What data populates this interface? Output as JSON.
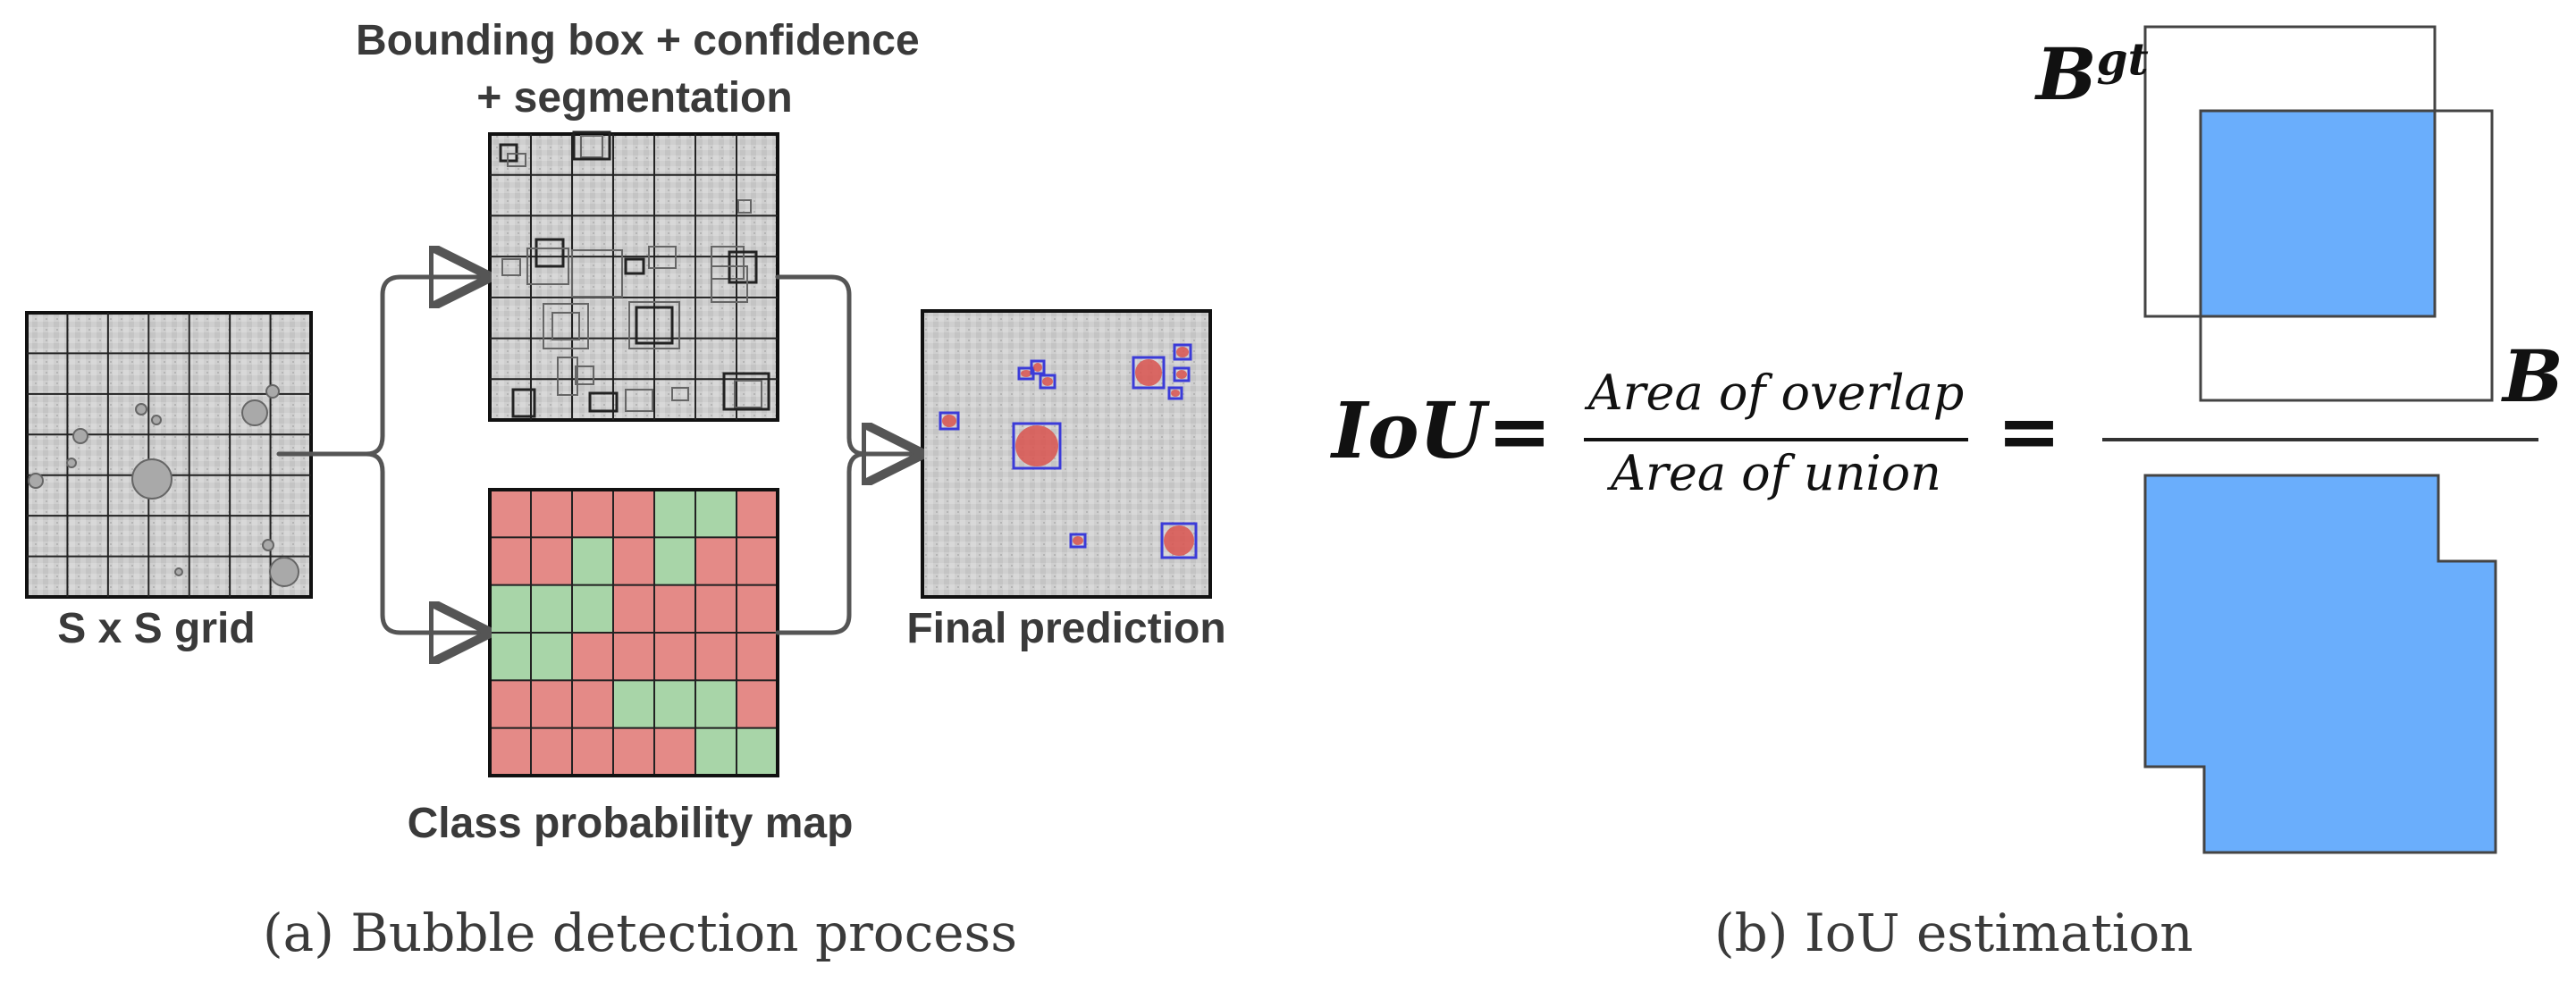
{
  "panel_a": {
    "top_label_line1": "Bounding box + confidence",
    "top_label_line2": "+ segmentation",
    "grid_label": "S x S grid",
    "class_map_label": "Class probability map",
    "final_label": "Final prediction",
    "caption": "(a) Bubble detection process",
    "class_map_pattern": [
      [
        "r",
        "r",
        "r",
        "r",
        "g",
        "g",
        "r"
      ],
      [
        "r",
        "r",
        "g",
        "r",
        "g",
        "r",
        "r"
      ],
      [
        "g",
        "g",
        "g",
        "r",
        "r",
        "r",
        "r"
      ],
      [
        "g",
        "g",
        "r",
        "r",
        "r",
        "r",
        "r"
      ],
      [
        "r",
        "r",
        "r",
        "g",
        "g",
        "g",
        "r"
      ],
      [
        "r",
        "r",
        "r",
        "r",
        "r",
        "g",
        "g"
      ]
    ],
    "colors": {
      "red": "#e48a87",
      "green": "#a8d5a8",
      "arrow": "#555555",
      "box_outline": "#3b3bd8",
      "bubble": "#d9534f"
    }
  },
  "panel_b": {
    "iou_symbol": "IoU",
    "equals": "=",
    "numerator": "Area of overlap",
    "denominator": "Area of union",
    "b_gt_base": "B",
    "b_gt_sup": "gt",
    "b_label": "B",
    "caption": "(b) IoU estimation",
    "colors": {
      "fill": "#6aaefc",
      "stroke": "#444444"
    }
  }
}
